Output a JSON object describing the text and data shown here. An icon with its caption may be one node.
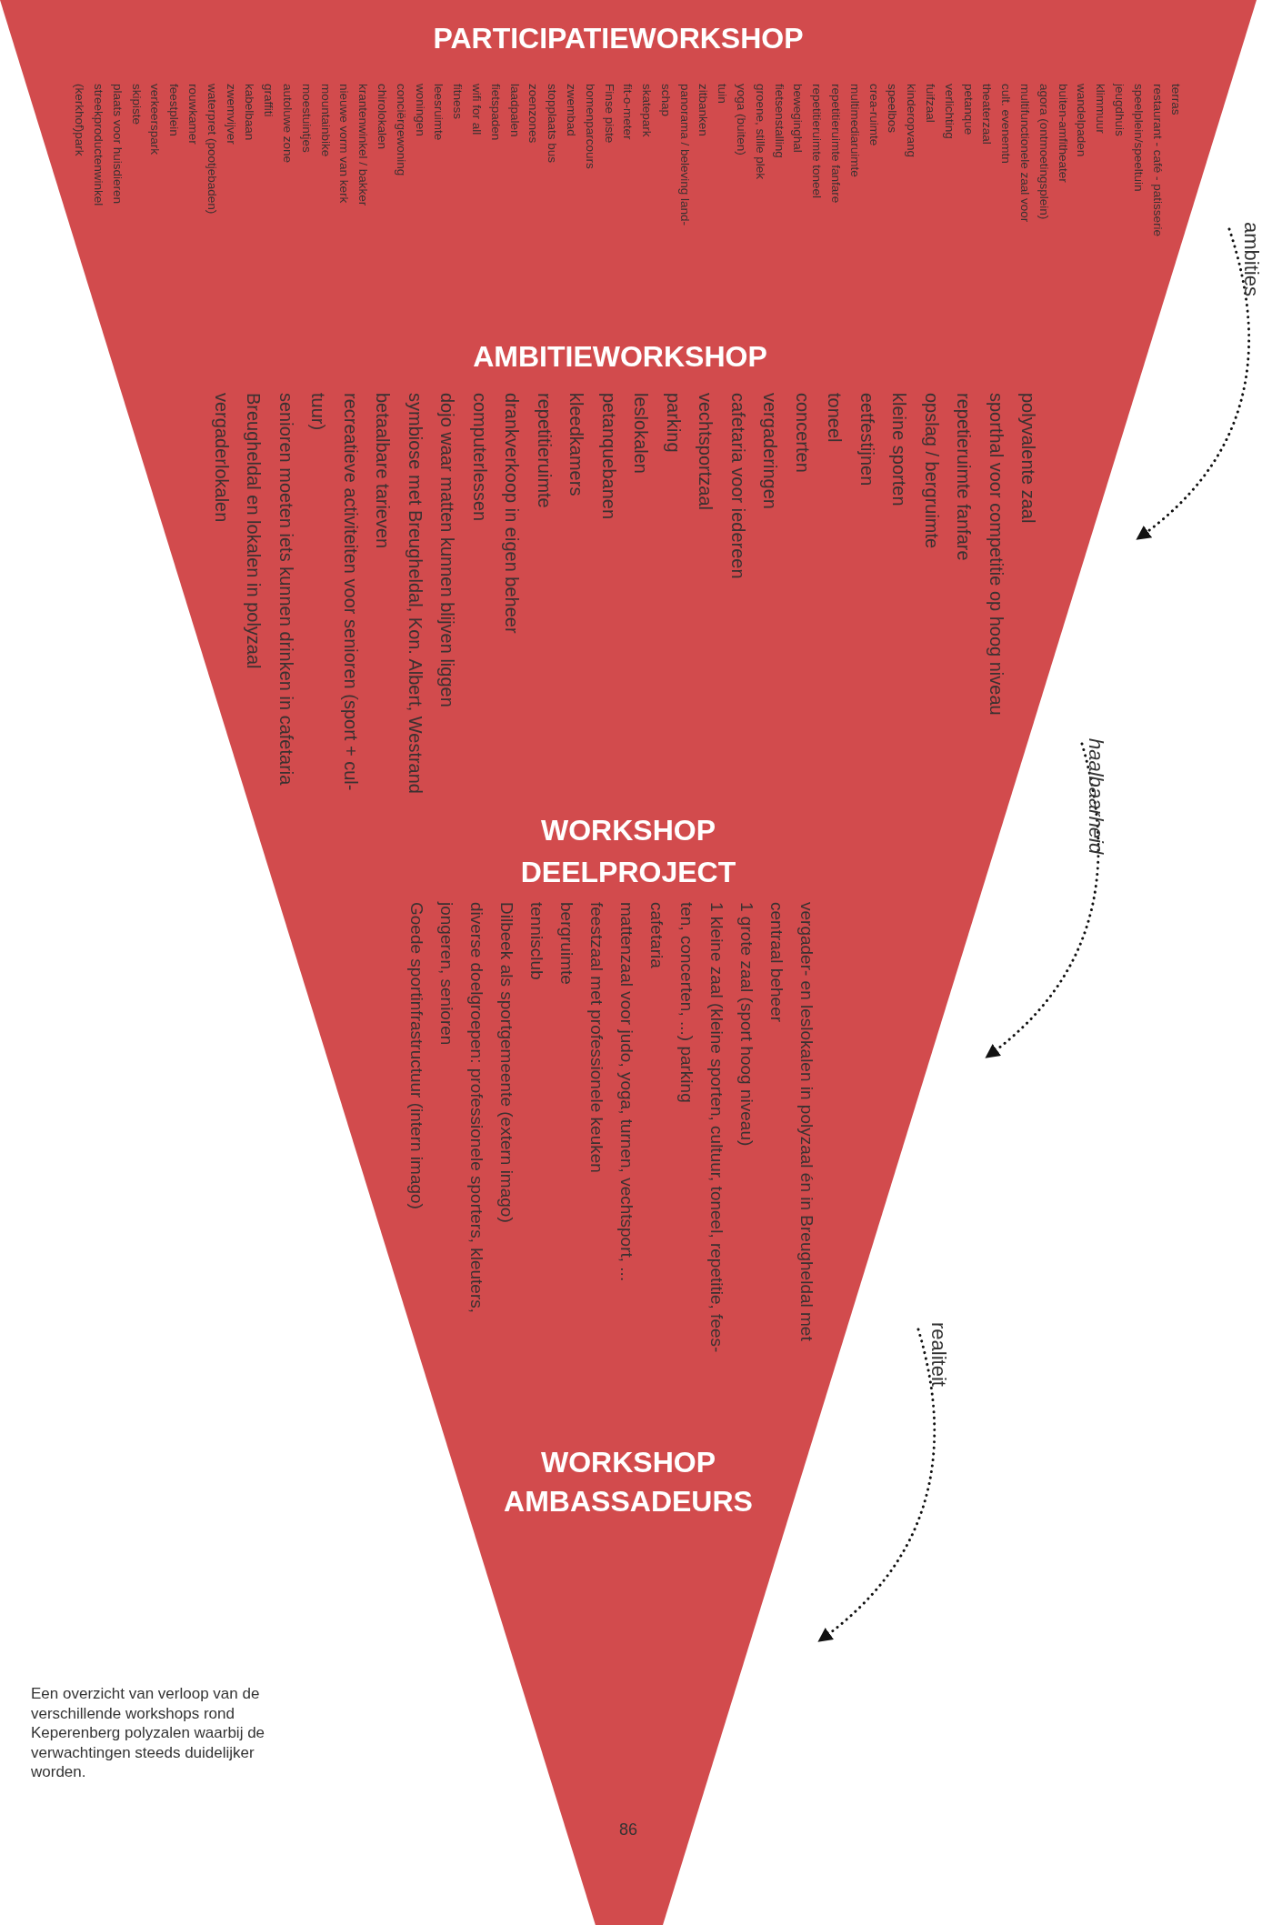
{
  "diagram": {
    "caption": "Een overzicht van verloop van de verschillende workshops rond Keperenberg polyzalen waarbij de verwachtingen steeds duidelijker worden.",
    "nodes": [
      {
        "text": [],
        "shape": "triangle"
      },
      {
        "in": 0,
        "text": [
          "PARTICIPATIEWORKSHOP",
          "terras",
          "restaurant - café - patisserie",
          "speelplein/speeltuin",
          "jeugdhuis",
          "klimmuur",
          "wandelpaden",
          "buiten-amfitheater",
          "agora (ontmoetingsplein)",
          "multifunctionele zaal voor cult. evenemtn",
          "theaterzaal",
          "petanque",
          "verlichting",
          "fuifzaal",
          "kinderopvang",
          "speelbos",
          "crea-ruimte",
          "multimediaruimte",
          "repetitieruimte fanfare",
          "repetitieruimte toneel",
          "beweginghal",
          "fietsenstalling",
          "groene, stille plek",
          "yoga (buiten)",
          "tuin",
          "zitbanken",
          "panorama / beleving land- schap",
          "skatepark",
          "fit-o-meter",
          "Finse piste",
          "bomenparcours",
          "zwembad",
          "stopplaats bus",
          "zoenzones",
          "laadpalen",
          "fietspaden",
          "wifi for all",
          "fitness",
          "leesruimte",
          "woningen",
          "conciërgewoning",
          "chirolokalen",
          "krantenwinkel / bakker",
          "nieuwe vorm van kerk",
          "mountainbike",
          "moestuintjes",
          "autoluwe zone",
          "graffiti",
          "kabelbaan",
          "zwemvijver",
          "waterpret (pootjebaden)",
          "rouwkamer",
          "feestplein",
          "verkeerspark",
          "skipiste",
          "plaats voor huisdieren",
          "streekproductenwinkel",
          "(kerkhof)park"
        ]
      },
      {
        "in": 0,
        "text": [
          "AMBITIEWORKSHOP",
          "polyvalente zaal",
          "sporthal voor competitie op hoog niveau",
          "repetieruimte fanfare",
          "opslag / bergruimte",
          "kleine sporten",
          "eetfestijnen",
          "toneel",
          "concerten",
          "vergaderingen",
          "cafetaria voor iedereen",
          "vechtsportzaal",
          "parking",
          "leslokalen",
          "petanquebanen",
          "kleedkamers",
          "repetitieruimte",
          "drankverkoop in eigen beheer",
          "computerlessen",
          "dojo waar matten kunnen blijven liggen",
          "symbiose met Breugheldal, Kon. Albert, Westrand",
          "betaalbare tarieven",
          "recreatieve activiteiten voor senioren (sport + cul- tuur)",
          "senioren moeten iets kunnen drinken in cafetaria",
          "Breugheldal en lokalen in polyzaal",
          "vergaderlokalen"
        ]
      },
      {
        "in": 0,
        "text": [
          "WORKSHOP DEELPROJECT",
          "vergader- en leslokalen in polyzaal én in Breugheldal met centraal beheer",
          "1 grote zaal (sport hoog niveau)",
          "1 kleine zaal (kleine sporten, cultuur, toneel, repetitie, fees- ten, concerten, ...) parking",
          "cafetaria",
          "mattenzaal voor judo, yoga, turnen, vechtsport, ...",
          "feestzaal met professionele keuken",
          "bergruimte",
          "tennisclub",
          "Dilbeek als sportgemeente (extern imago)",
          "diverse doelgroepen: professionele sporters, kleuters, jongeren, senioren",
          "Goede sportinfrastructuur (intern imago)"
        ]
      },
      {
        "in": 0,
        "text": [
          "WORKSHOP AMBASSADEURS"
        ]
      }
    ],
    "labels": [
      "ambities",
      "haalbaarheid",
      "realiteit",
      "86"
    ]
  }
}
